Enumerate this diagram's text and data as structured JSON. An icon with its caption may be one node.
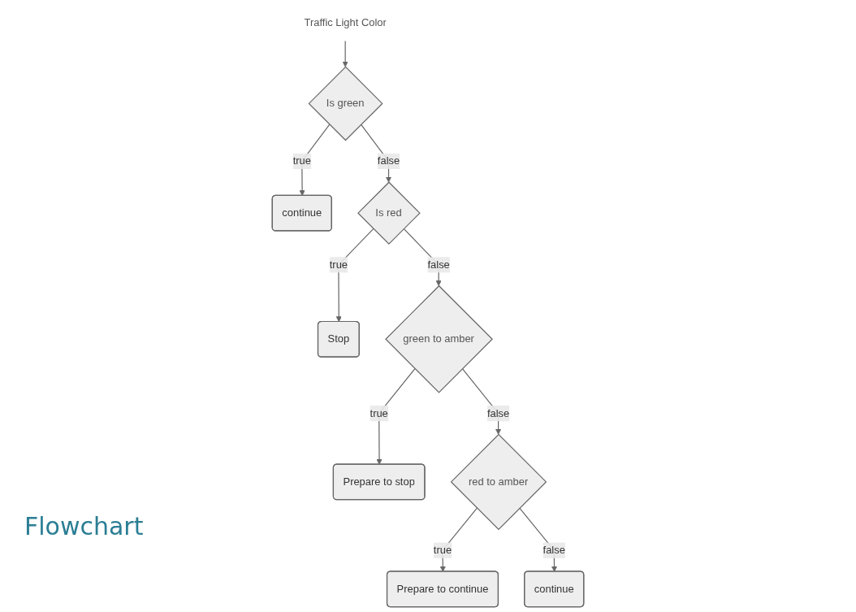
{
  "diagram": {
    "title": "Flowchart",
    "nodes": [
      {
        "text": [
          "Traffic Light Color"
        ]
      },
      {
        "text": [
          "Is green"
        ]
      },
      {
        "text": [
          "continue"
        ]
      },
      {
        "text": [
          "Is red"
        ]
      },
      {
        "text": [
          "Stop"
        ]
      },
      {
        "text": [
          "green to amber"
        ]
      },
      {
        "text": [
          "Prepare to stop"
        ]
      },
      {
        "text": [
          "red to amber"
        ]
      },
      {
        "text": [
          "Prepare to continue"
        ]
      },
      {
        "text": [
          "continue"
        ]
      }
    ],
    "edges": [
      {
        "from": 0,
        "to": 1,
        "arrow": "to"
      },
      {
        "from": 1,
        "to": 2,
        "label": "true",
        "arrow": "to"
      },
      {
        "from": 1,
        "to": 3,
        "label": "false",
        "arrow": "to"
      },
      {
        "from": 3,
        "to": 4,
        "label": "true",
        "arrow": "to"
      },
      {
        "from": 3,
        "to": 5,
        "label": "false",
        "arrow": "to"
      },
      {
        "from": 5,
        "to": 6,
        "label": "true",
        "arrow": "to"
      },
      {
        "from": 5,
        "to": 7,
        "label": "false",
        "arrow": "to"
      },
      {
        "from": 7,
        "to": 8,
        "label": "true",
        "arrow": "to"
      },
      {
        "from": 7,
        "to": 9,
        "label": "false",
        "arrow": "to"
      }
    ]
  }
}
